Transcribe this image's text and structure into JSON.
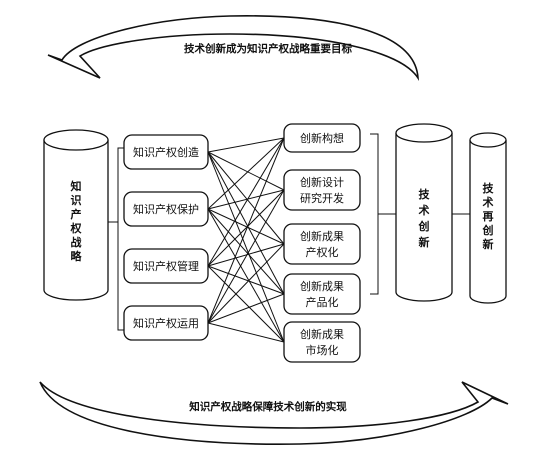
{
  "top_caption": "技术创新成为知识产权战略重要目标",
  "bottom_caption": "知识产权战略保障技术创新的实现",
  "strategy": [
    "知",
    "识",
    "产",
    "权",
    "战",
    "略"
  ],
  "ip_stages": [
    "知识产权创造",
    "知识产权保护",
    "知识产权管理",
    "知识产权运用"
  ],
  "innovation_stages": [
    [
      "创新构想"
    ],
    [
      "创新设计",
      "研究开发"
    ],
    [
      "创新成果",
      "产权化"
    ],
    [
      "创新成果",
      "产品化"
    ],
    [
      "创新成果",
      "市场化"
    ]
  ],
  "tech_innovation": [
    "技",
    "术",
    "创",
    "新"
  ],
  "tech_reinnovation": [
    "技",
    "术",
    "再",
    "创",
    "新"
  ]
}
